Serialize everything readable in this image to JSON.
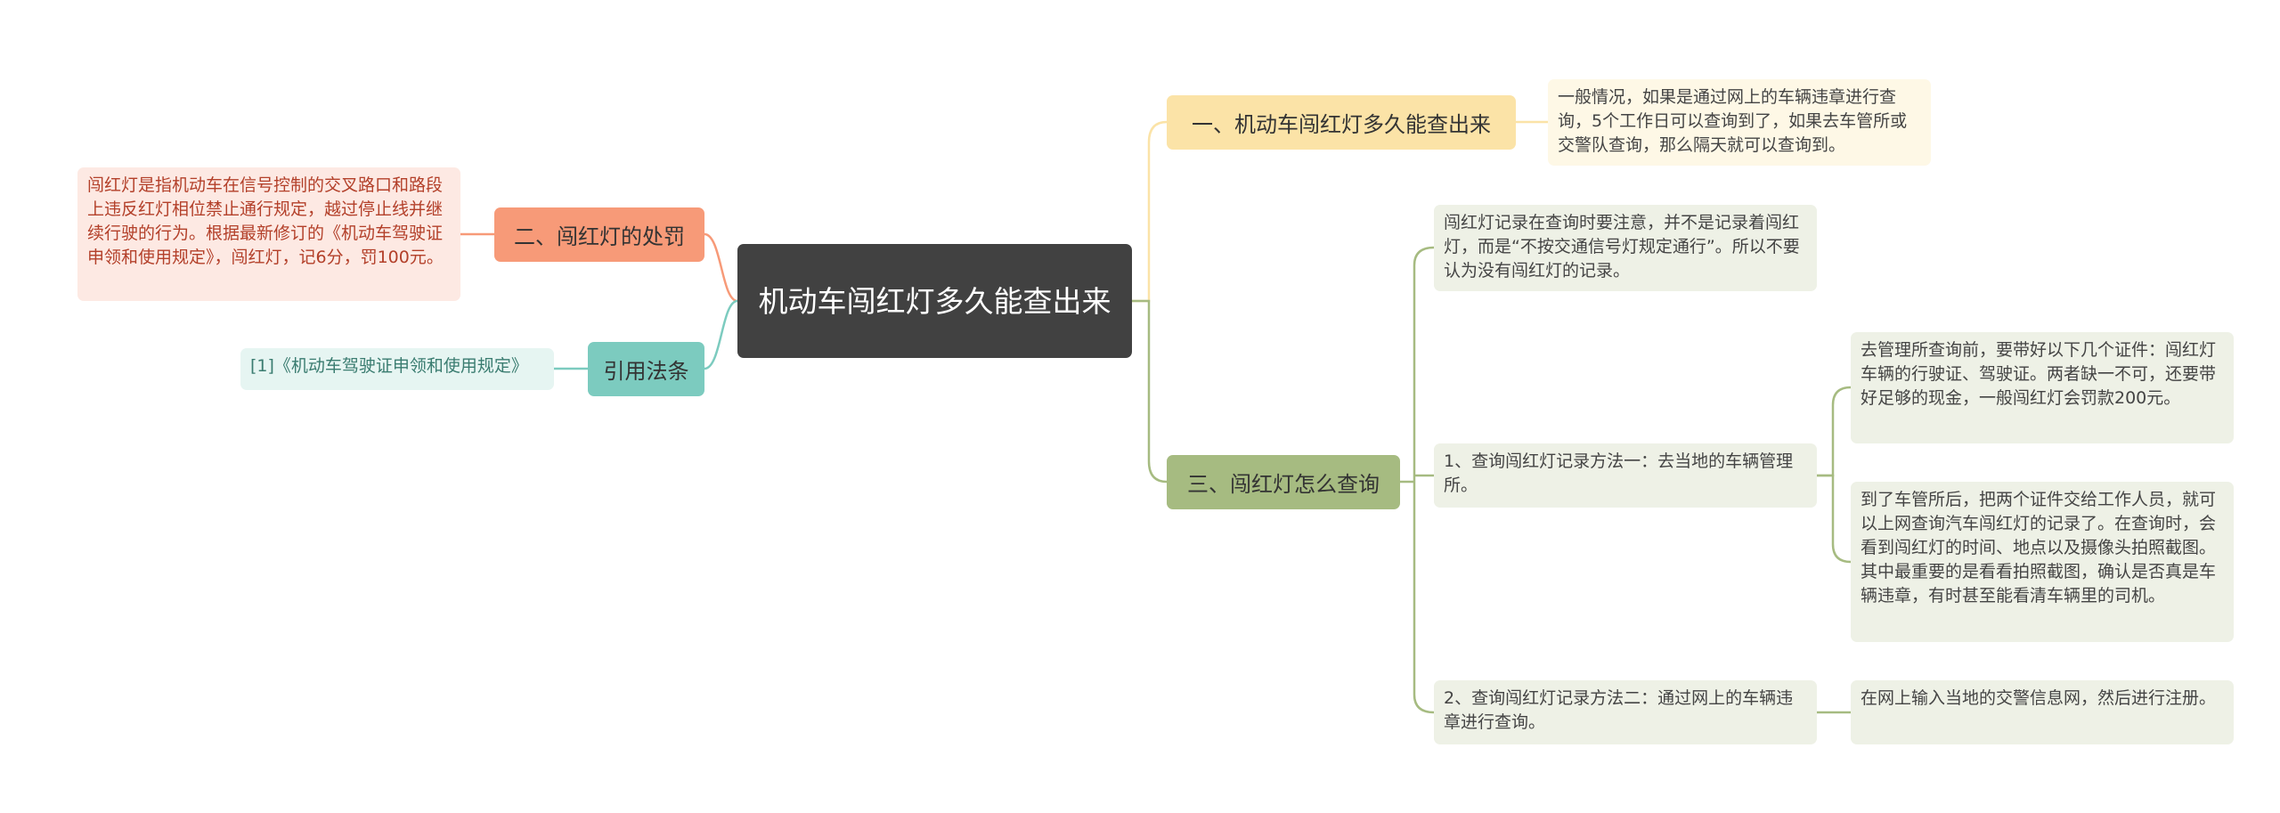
{
  "root": {
    "text": "机动车闯红灯多久能查出来"
  },
  "branches": {
    "penalty": {
      "text": "二、闯红灯的处罚"
    },
    "law": {
      "text": "引用法条"
    },
    "howlong": {
      "text": "一、机动车闯红灯多久能查出来"
    },
    "howquery": {
      "text": "三、闯红灯怎么查询"
    }
  },
  "leaves": {
    "penalty_detail": "闯红灯是指机动车在信号控制的交叉路口和路段上违反红灯相位禁止通行规定，越过停止线并继续行驶的行为。根据最新修订的《机动车驾驶证申领和使用规定》，闯红灯，记6分，罚100元。",
    "law_ref": "[1]《机动车驾驶证申领和使用规定》",
    "howlong_detail": "一般情况，如果是通过网上的车辆违章进行查询，5个工作日可以查询到了，如果去车管所或交警队查询，那么隔天就可以查询到。",
    "query_note": "闯红灯记录在查询时要注意，并不是记录着闯红灯，而是“不按交通信号灯规定通行”。所以不要认为没有闯红灯的记录。",
    "method1": "1、查询闯红灯记录方法一：去当地的车辆管理所。",
    "method2": "2、查询闯红灯记录方法二：通过网上的车辆违章进行查询。",
    "method1_a": "去管理所查询前，要带好以下几个证件：闯红灯车辆的行驶证、驾驶证。两者缺一不可，还要带好足够的现金，一般闯红灯会罚款200元。",
    "method1_b": "到了车管所后，把两个证件交给工作人员，就可以上网查询汽车闯红灯的记录了。在查询时，会看到闯红灯的时间、地点以及摄像头拍照截图。其中最重要的是看看拍照截图，确认是否真是车辆违章，有时甚至能看清车辆里的司机。",
    "method2_a": "在网上输入当地的交警信息网，然后进行注册。"
  },
  "colors": {
    "root": "#414141",
    "red": "#f79a78",
    "teal": "#7ccbbf",
    "yellow": "#fbe3a7",
    "green": "#a6bb81"
  }
}
